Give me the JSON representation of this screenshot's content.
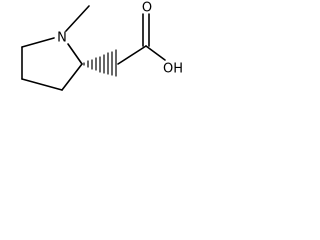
{
  "molecule": {
    "atom_labels": {
      "nitrogen": "N",
      "oxygen_carbonyl": "O",
      "hydroxyl": "OH"
    },
    "colors": {
      "bond": "#000000",
      "background": "#ffffff"
    }
  }
}
